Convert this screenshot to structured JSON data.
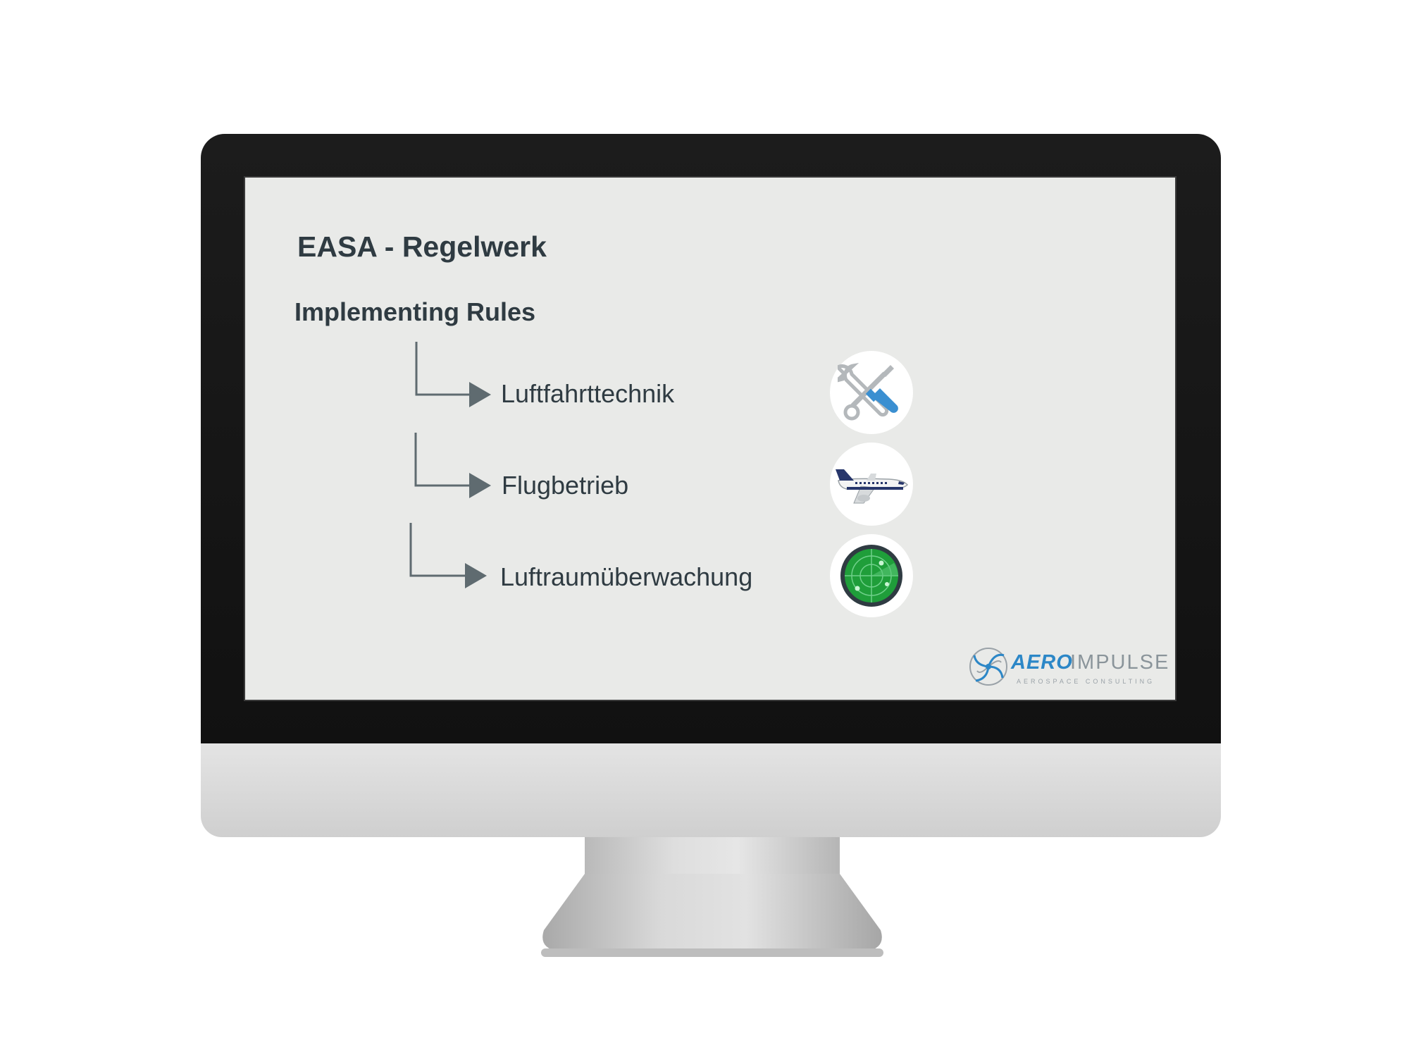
{
  "slide": {
    "title": "EASA - Regelwerk",
    "subtitle": "Implementing Rules",
    "items": [
      {
        "label": "Luftfahrttechnik",
        "icon": "tools-icon"
      },
      {
        "label": "Flugbetrieb",
        "icon": "airplane-icon"
      },
      {
        "label": "Luftraumüberwachung",
        "icon": "radar-icon"
      }
    ],
    "logo": {
      "aero": "AERO",
      "impulse": "IMPULSE",
      "tagline": "AEROSPACE CONSULTING"
    }
  },
  "colors": {
    "screen_bg": "#e9eae8",
    "text": "#2f3b42",
    "connector": "#5f6b70",
    "brand_blue": "#2c87c7",
    "brand_grey": "#8a949a",
    "radar_green": "#1f9e3a"
  }
}
